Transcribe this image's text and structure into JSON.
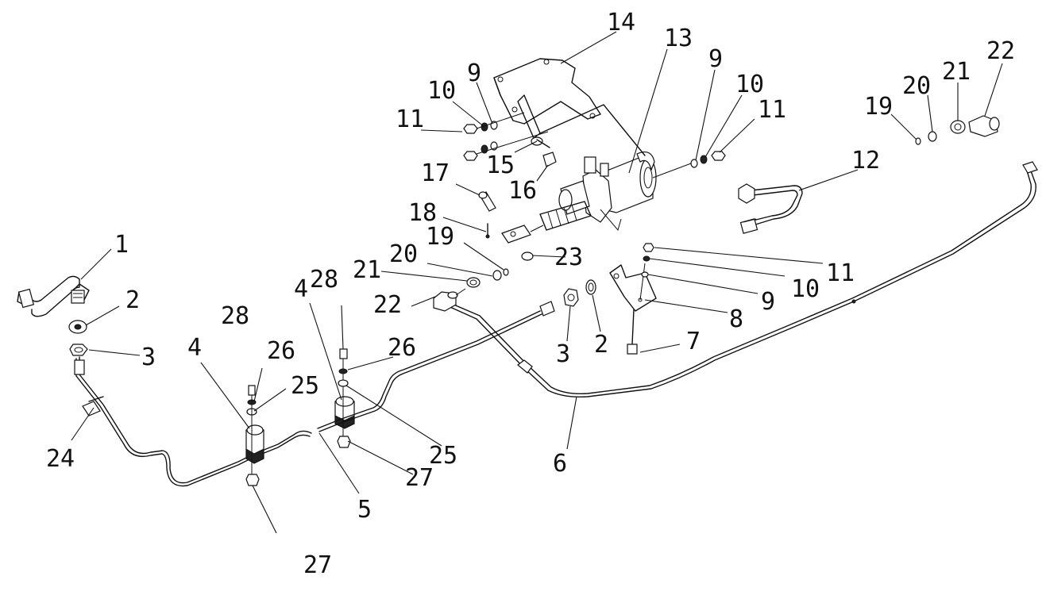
{
  "callouts": [
    {
      "id": "c1",
      "text": "1"
    },
    {
      "id": "c2a",
      "text": "2"
    },
    {
      "id": "c3a",
      "text": "3"
    },
    {
      "id": "c24",
      "text": "24"
    },
    {
      "id": "c28a",
      "text": "28"
    },
    {
      "id": "c26a",
      "text": "26"
    },
    {
      "id": "c25a",
      "text": "25"
    },
    {
      "id": "c4a",
      "text": "4"
    },
    {
      "id": "c27a",
      "text": "27"
    },
    {
      "id": "c5",
      "text": "5"
    },
    {
      "id": "c28b",
      "text": "28"
    },
    {
      "id": "c4b",
      "text": "4"
    },
    {
      "id": "c26b",
      "text": "26"
    },
    {
      "id": "c25b",
      "text": "25"
    },
    {
      "id": "c27b",
      "text": "27"
    },
    {
      "id": "c21a",
      "text": "21"
    },
    {
      "id": "c20a",
      "text": "20"
    },
    {
      "id": "c19a",
      "text": "19"
    },
    {
      "id": "c22a",
      "text": "22"
    },
    {
      "id": "c17",
      "text": "17"
    },
    {
      "id": "c18",
      "text": "18"
    },
    {
      "id": "c23",
      "text": "23"
    },
    {
      "id": "c11a",
      "text": "11"
    },
    {
      "id": "c10a",
      "text": "10"
    },
    {
      "id": "c9a",
      "text": "9"
    },
    {
      "id": "c15",
      "text": "15"
    },
    {
      "id": "c16",
      "text": "16"
    },
    {
      "id": "c14",
      "text": "14"
    },
    {
      "id": "c13",
      "text": "13"
    },
    {
      "id": "c9b",
      "text": "9"
    },
    {
      "id": "c10b",
      "text": "10"
    },
    {
      "id": "c11b",
      "text": "11"
    },
    {
      "id": "c12",
      "text": "12"
    },
    {
      "id": "c19b",
      "text": "19"
    },
    {
      "id": "c20b",
      "text": "20"
    },
    {
      "id": "c21b",
      "text": "21"
    },
    {
      "id": "c22b",
      "text": "22"
    },
    {
      "id": "c3b",
      "text": "3"
    },
    {
      "id": "c2b",
      "text": "2"
    },
    {
      "id": "c6",
      "text": "6"
    },
    {
      "id": "c7",
      "text": "7"
    },
    {
      "id": "c8",
      "text": "8"
    },
    {
      "id": "c9c",
      "text": "9"
    },
    {
      "id": "c10c",
      "text": "10"
    },
    {
      "id": "c11c",
      "text": "11"
    }
  ]
}
